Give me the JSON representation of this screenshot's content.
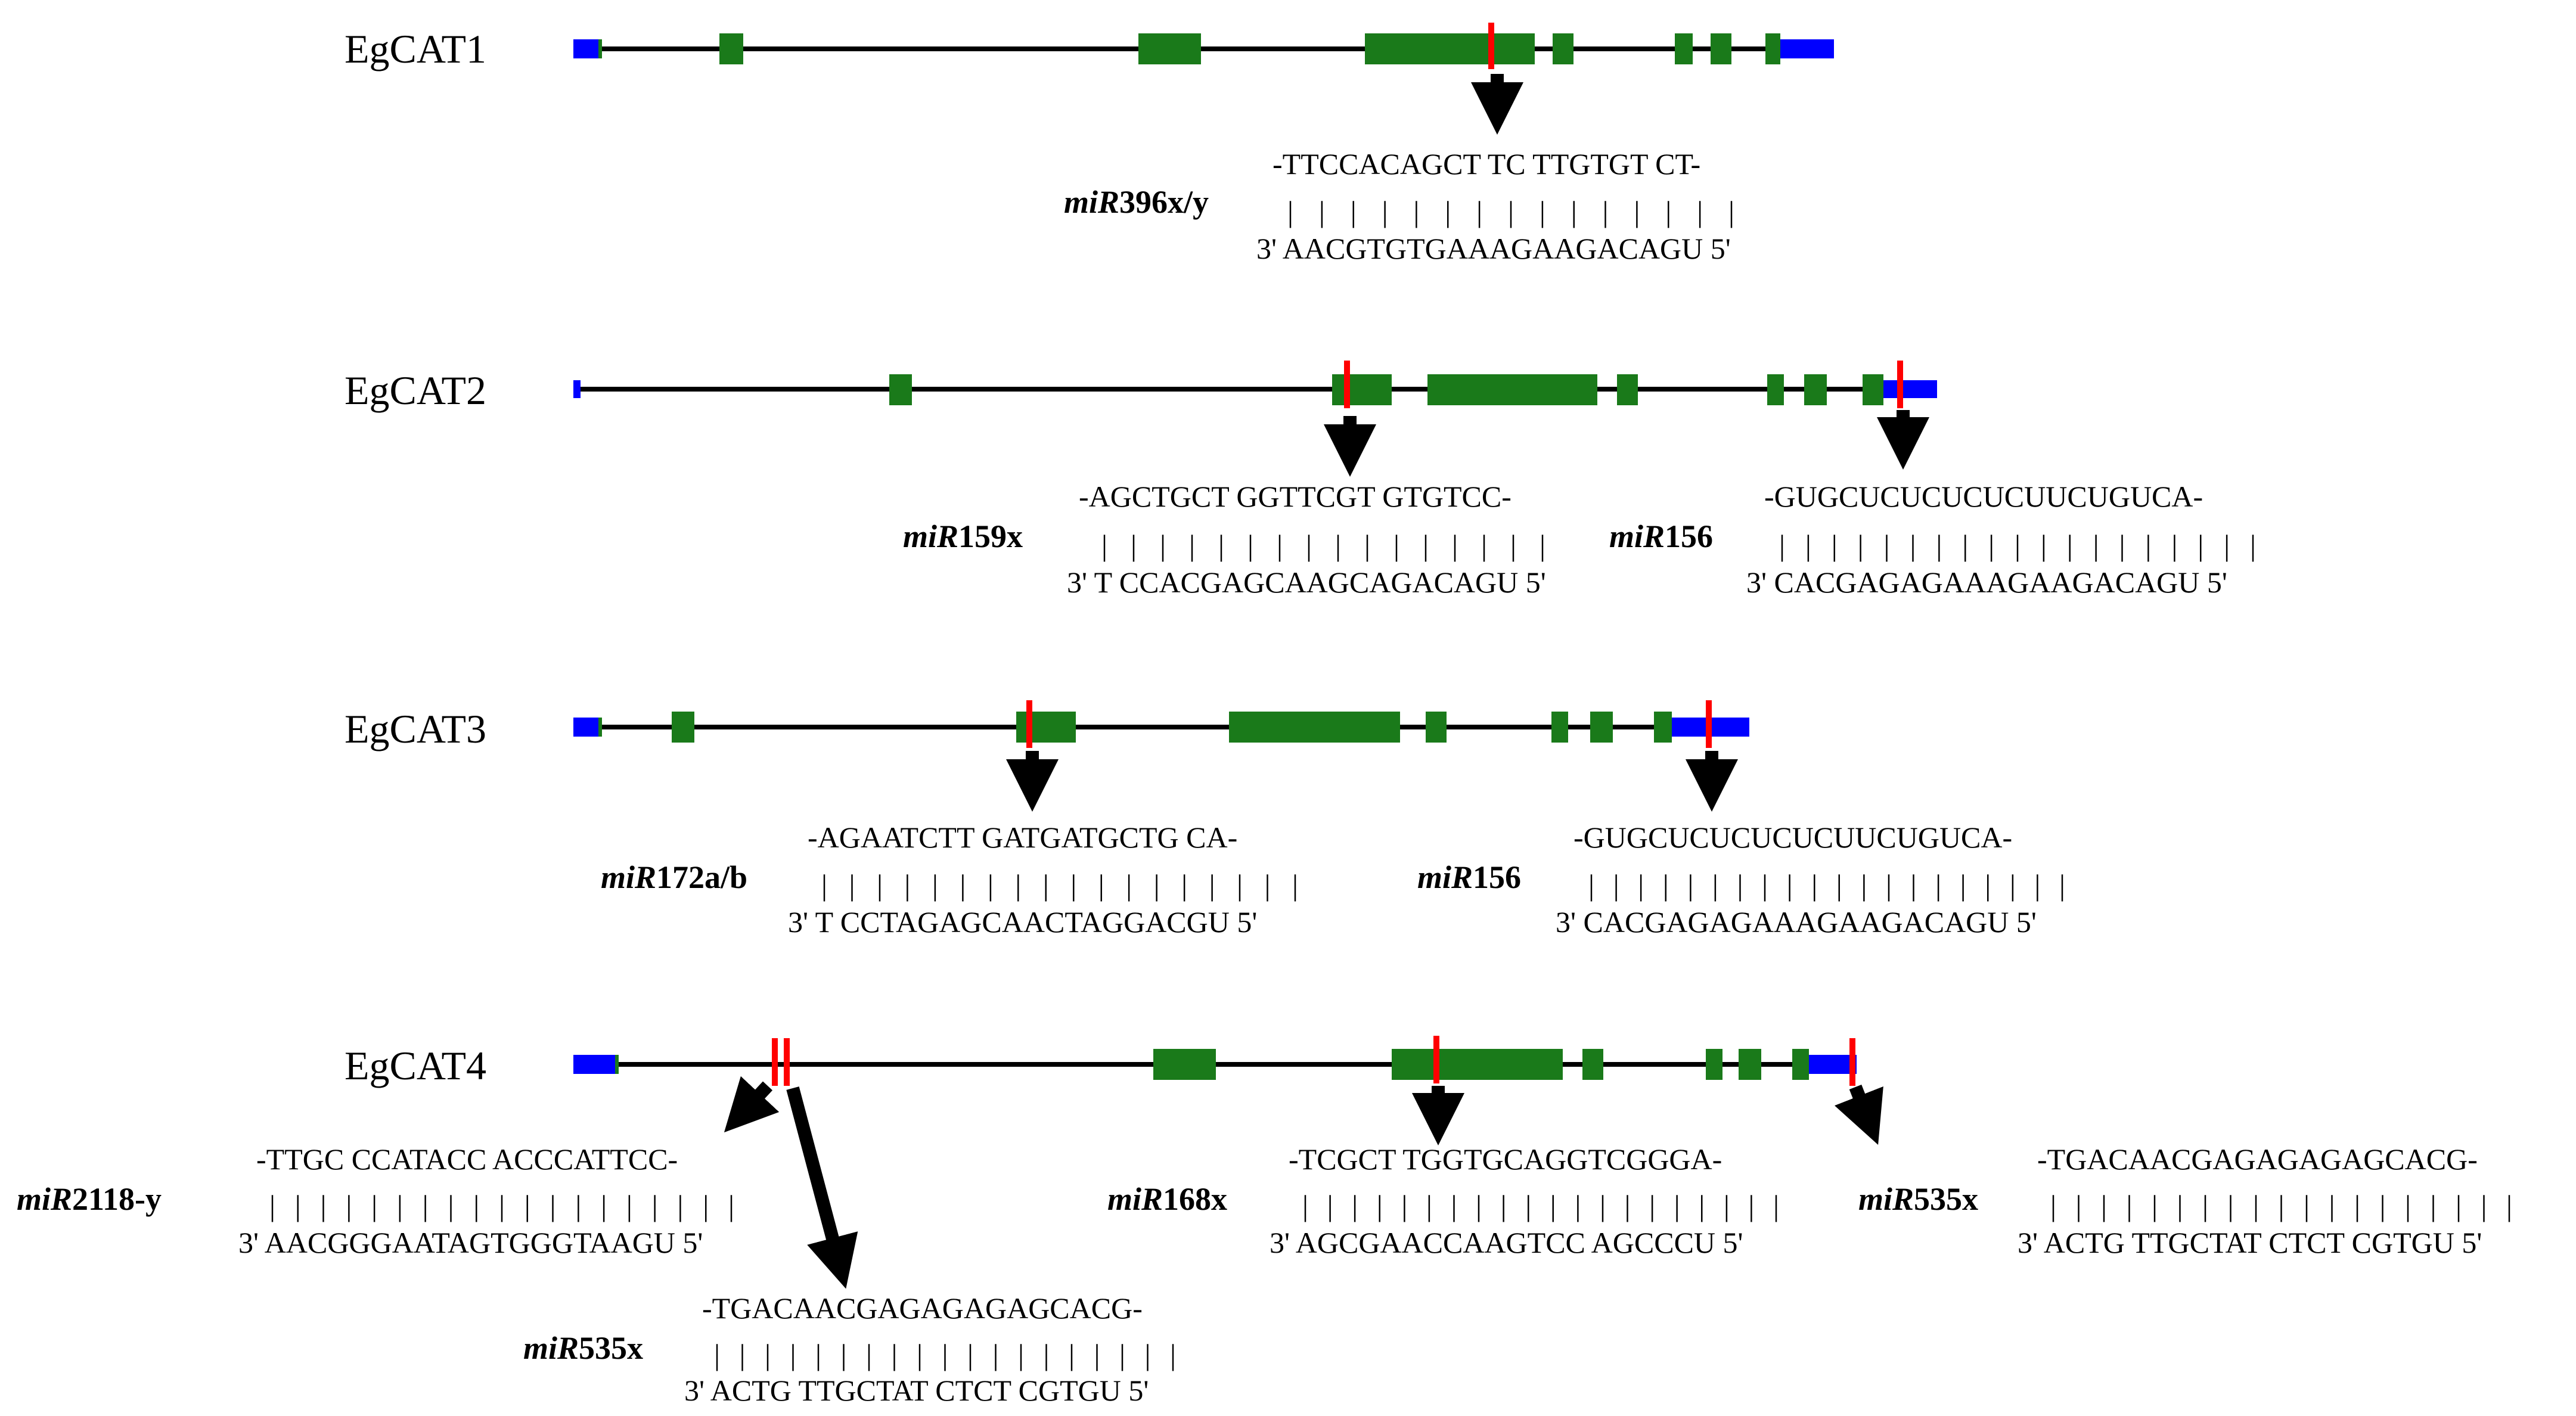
{
  "colors": {
    "utr": "#0000ff",
    "exon": "#1a7a1a",
    "intron": "#000000",
    "target_site": "#ff0000",
    "arrow": "#000000"
  },
  "genes": [
    {
      "name": "EgCAT1",
      "sites": [
        {
          "mirna_italic": "miR",
          "mirna_number": "396x/y",
          "target_seq": "-TTCCACAGCT TC TTGTGT CT-",
          "pairing": "| |  | | | |       | | | | |    | | | |",
          "mirna_seq": "3' AACGTGTGAAAGAAGACAGU 5'"
        }
      ]
    },
    {
      "name": "EgCAT2",
      "sites": [
        {
          "mirna_italic": "miR",
          "mirna_number": "159x",
          "target_seq": "-AGCTGCT GGTTCGT GTGTCC-",
          "pairing": "| |  | | | |   | | | | | |   | | | |",
          "mirna_seq": "3' T CCACGAGCAAGCAGACAGU 5'"
        },
        {
          "mirna_italic": "miR",
          "mirna_number": "156",
          "target_seq": "-GUGCUCUCUCUCUUCUGUCA-",
          "pairing": "| | | | | | | | |   | | | | | | | | | |",
          "mirna_seq": "3' CACGAGAGAAAGAAGACAGU 5'"
        }
      ]
    },
    {
      "name": "EgCAT3",
      "sites": [
        {
          "mirna_italic": "miR",
          "mirna_number": "172a/b",
          "target_seq": "-AGAATCTT GATGATGCTG CA-",
          "pairing": "| | | | | | |   | | | | | | |   | | | |",
          "mirna_seq": "3' T CCTAGAGCAACTAGGACGU 5'"
        },
        {
          "mirna_italic": "miR",
          "mirna_number": "156",
          "target_seq": "-GUGCUCUCUCUCUUCUGUCA-",
          "pairing": "| | | | | | | | | | | | | | | | | | | |",
          "mirna_seq": "3' CACGAGAGAAAGAAGACAGU 5'"
        }
      ]
    },
    {
      "name": "EgCAT4",
      "sites": [
        {
          "mirna_italic": "miR",
          "mirna_number": "2118-y",
          "target_seq": "-TTGC CCATACC ACCCATTCC-",
          "pairing": "| | | |   | | | | | | |   | | | | | | | |",
          "mirna_seq": "3' AACGGGAATAGTGGGTAAGU 5'"
        },
        {
          "mirna_italic": "miR",
          "mirna_number": "535x",
          "target_seq": "-TGACAACGAGAGAGAGCACG-",
          "pairing": "| | | |   | | | | | | |   | | | |   | | | |",
          "mirna_seq": "3' ACTG TTGCTAT CTCT CGTGU 5'"
        },
        {
          "mirna_italic": "miR",
          "mirna_number": "168x",
          "target_seq": "-TCGCT TGGTGCAGGTCGGGA-",
          "pairing": "| | | | |   | | | | | | | | | |   | | | | |",
          "mirna_seq": "3' AGCGAACCAAGTCC AGCCCU 5'"
        },
        {
          "mirna_italic": "miR",
          "mirna_number": "535x",
          "target_seq": "-TGACAACGAGAGAGAGCACG-",
          "pairing": "| | | |   | | | | | | |   | | | |   | | | |",
          "mirna_seq": "3' ACTG TTGCTAT CTCT CGTGU 5'"
        }
      ]
    }
  ]
}
